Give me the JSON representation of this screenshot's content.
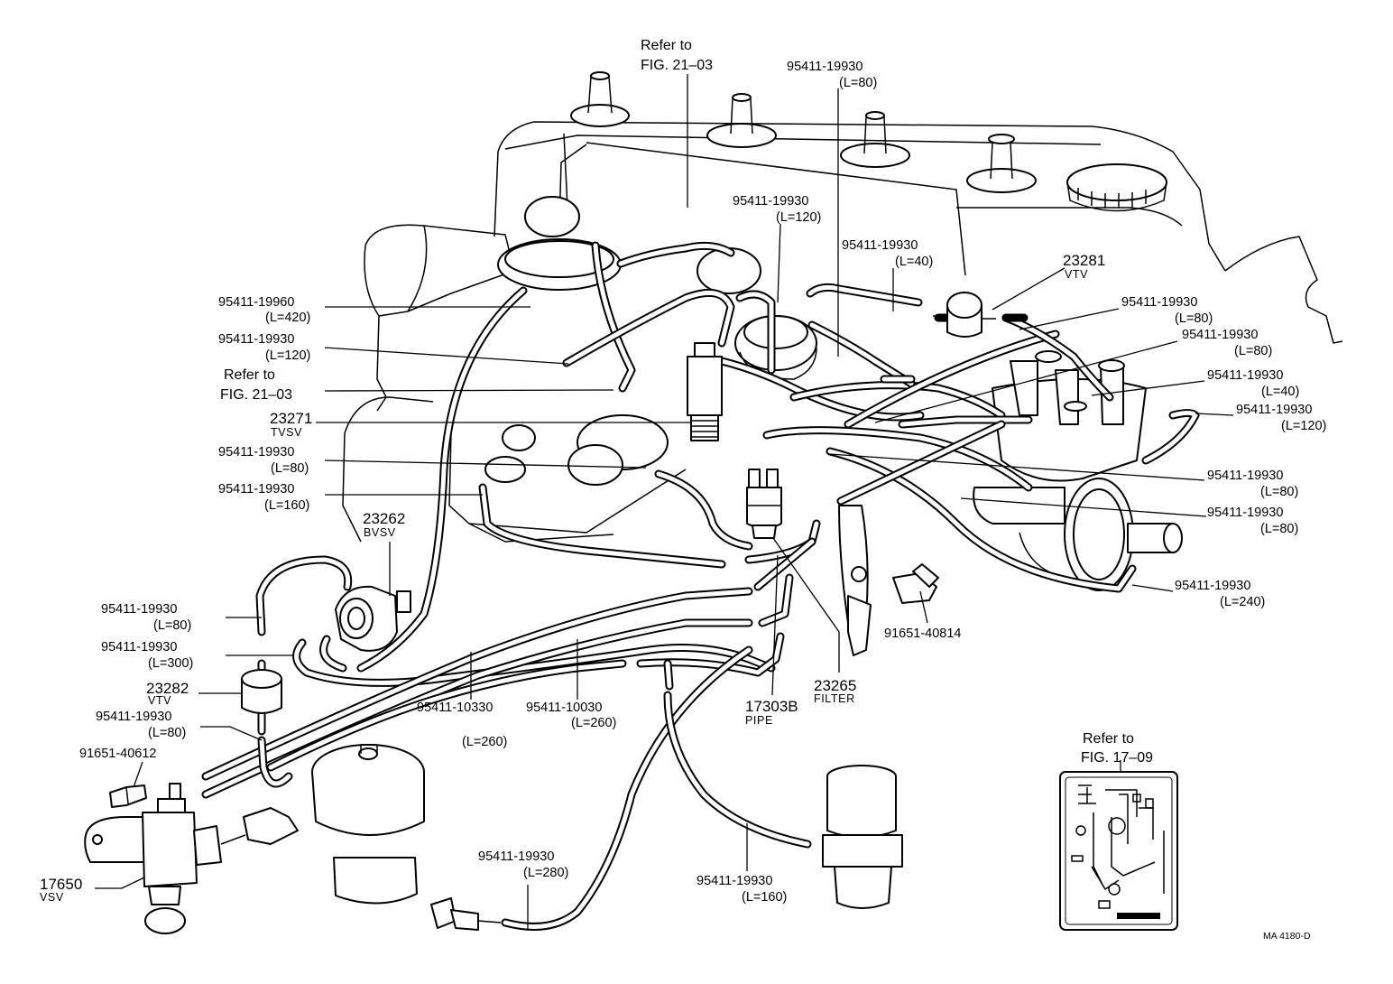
{
  "labels": {
    "refer_top": {
      "line1": "Refer to",
      "line2": "FIG. 21–03"
    },
    "refer_left": {
      "line1": "Refer to",
      "line2": "FIG. 21–03"
    },
    "refer_inset": {
      "line1": "Refer to",
      "line2": "FIG. 17–09"
    },
    "hose_top_80": {
      "pn": "95411-19930",
      "len": "(L=80)"
    },
    "hose_mid_120": {
      "pn": "95411-19930",
      "len": "(L=120)"
    },
    "hose_40_top": {
      "pn": "95411-19930",
      "len": "(L=40)"
    },
    "vtv_23281": {
      "pn": "23281",
      "name": "VTV"
    },
    "hose_r1_80": {
      "pn": "95411-19930",
      "len": "(L=80)"
    },
    "hose_r2_80": {
      "pn": "95411-19930",
      "len": "(L=80)"
    },
    "hose_r3_40": {
      "pn": "95411-19930",
      "len": "(L=40)"
    },
    "hose_r4_120": {
      "pn": "95411-19930",
      "len": "(L=120)"
    },
    "hose_r5_80": {
      "pn": "95411-19930",
      "len": "(L=80)"
    },
    "hose_r6_80": {
      "pn": "95411-19930",
      "len": "(L=80)"
    },
    "hose_r7_240": {
      "pn": "95411-19930",
      "len": "(L=240)"
    },
    "hose_l1_420": {
      "pn": "95411-19960",
      "len": "(L=420)"
    },
    "hose_l2_120": {
      "pn": "95411-19930",
      "len": "(L=120)"
    },
    "tvsv_23271": {
      "pn": "23271",
      "name": "TVSV"
    },
    "hose_l3_80": {
      "pn": "95411-19930",
      "len": "(L=80)"
    },
    "hose_l4_160": {
      "pn": "95411-19930",
      "len": "(L=160)"
    },
    "bvsv_23262": {
      "pn": "23262",
      "name": "BVSV"
    },
    "hose_l5_80": {
      "pn": "95411-19930",
      "len": "(L=80)"
    },
    "hose_l6_300": {
      "pn": "95411-19930",
      "len": "(L=300)"
    },
    "vtv_23282": {
      "pn": "23282",
      "name": "VTV"
    },
    "hose_l7_80": {
      "pn": "95411-19930",
      "len": "(L=80)"
    },
    "bolt_91651_40612": {
      "pn": "91651-40612"
    },
    "vsv_17650": {
      "pn": "17650",
      "name": "VSV"
    },
    "hose_10330_260": {
      "pn": "95411-10330",
      "len": "(L=260)"
    },
    "hose_10030_260": {
      "pn": "95411-10030",
      "len": "(L=260)"
    },
    "pipe_17303B": {
      "pn": "17303B",
      "name": "PIPE"
    },
    "filter_23265": {
      "pn": "23265",
      "name": "FILTER"
    },
    "bolt_91651_40814": {
      "pn": "91651-40814"
    },
    "hose_b_280": {
      "pn": "95411-19930",
      "len": "(L=280)"
    },
    "hose_b_160": {
      "pn": "95411-19930",
      "len": "(L=160)"
    },
    "code": "MA 4180-D"
  }
}
